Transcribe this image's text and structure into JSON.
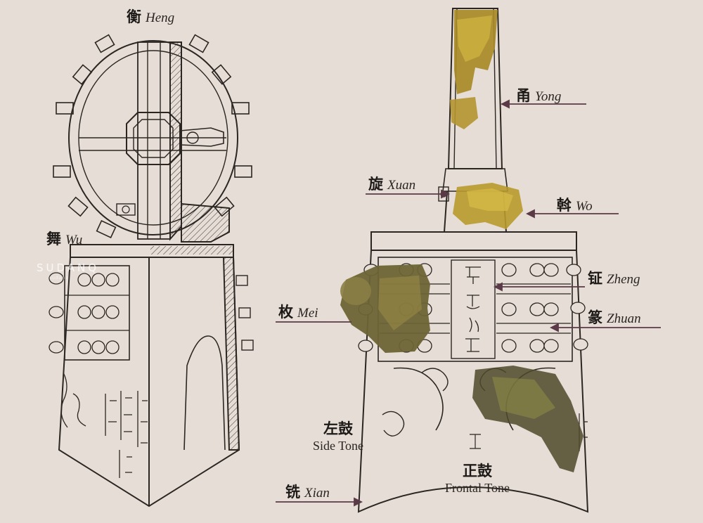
{
  "labels": {
    "heng": {
      "zh": "衡",
      "en": "Heng"
    },
    "wu": {
      "zh": "舞",
      "en": "Wu"
    },
    "yong": {
      "zh": "甬",
      "en": "Yong"
    },
    "xuan": {
      "zh": "旋",
      "en": "Xuan"
    },
    "wo": {
      "zh": "斡",
      "en": "Wo"
    },
    "zheng": {
      "zh": "钲",
      "en": "Zheng"
    },
    "zhuan": {
      "zh": "篆",
      "en": "Zhuan"
    },
    "mei": {
      "zh": "枚",
      "en": "Mei"
    },
    "side_tone": {
      "zh": "左鼓",
      "en": "Side Tone"
    },
    "frontal_tone": {
      "zh": "正鼓",
      "en": "Frontal Tone"
    },
    "xian": {
      "zh": "铣",
      "en": "Xian"
    }
  },
  "watermark": {
    "text": "SUDANQ",
    "sub": "sudanq"
  },
  "colors": {
    "background": "#e6ddd6",
    "line": "#2b2622",
    "arrow": "#5a3a46",
    "gold": "#b89a2c",
    "bronze": "#4d4a2a"
  }
}
